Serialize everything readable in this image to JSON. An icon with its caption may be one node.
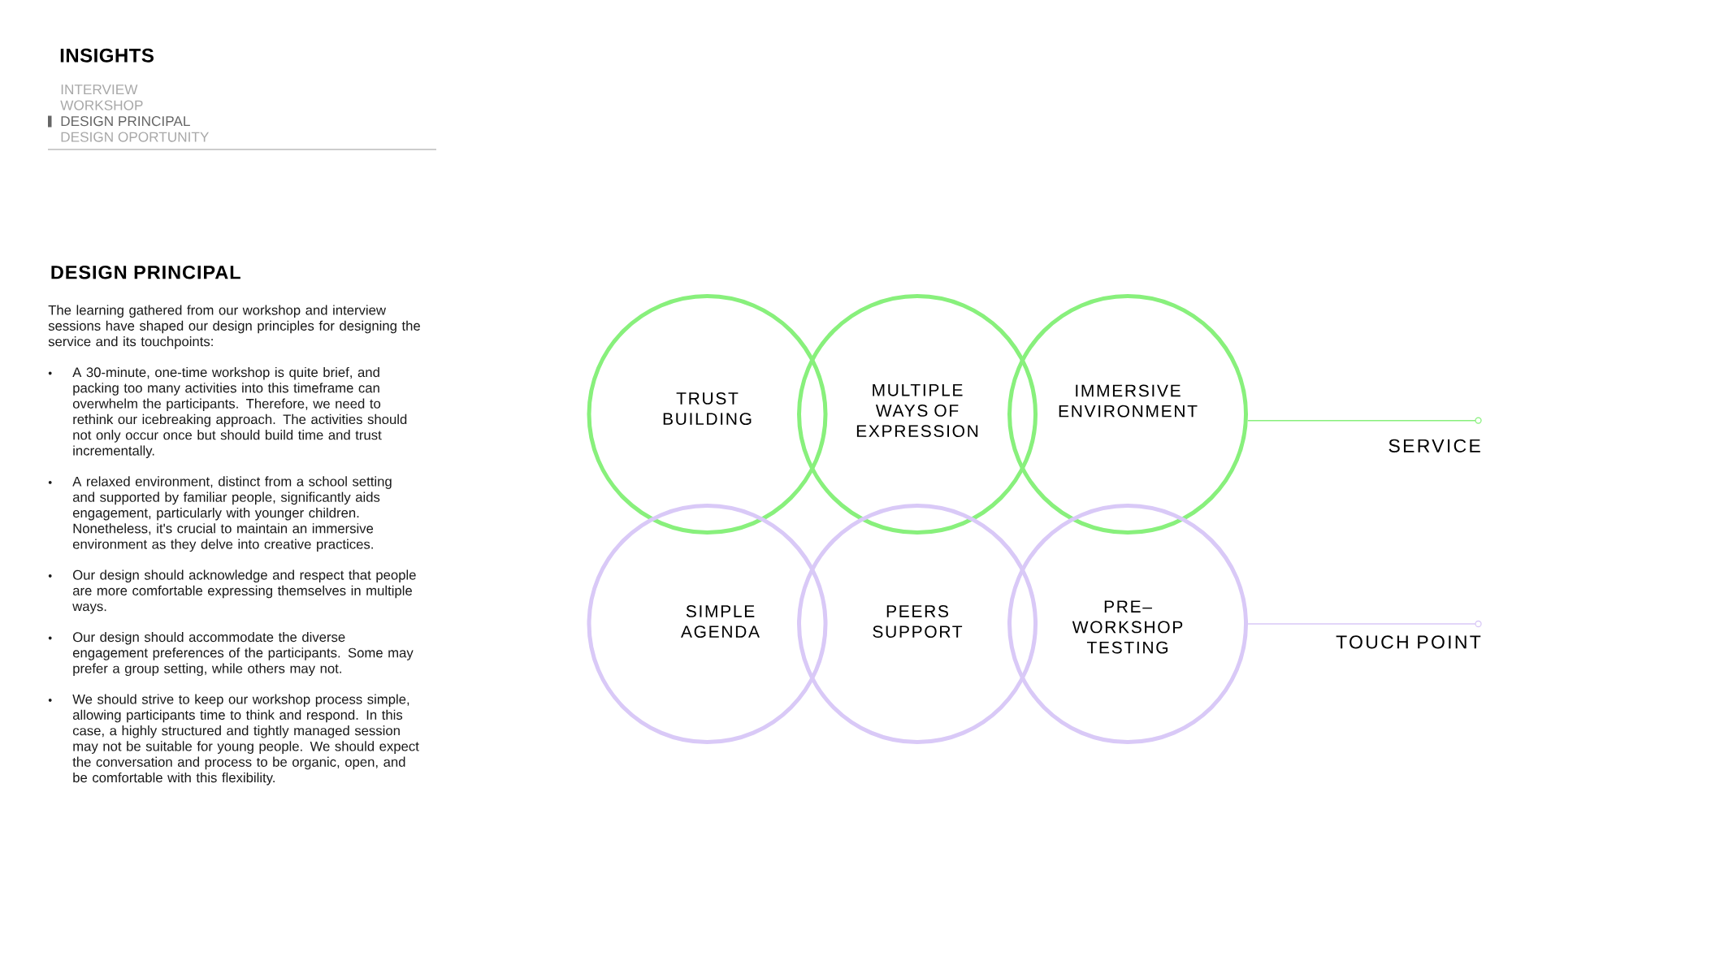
{
  "diagram": {
    "title": "INSIGHTS",
    "nodes": [
      {
        "text": [
          "TRUST BUILDING"
        ]
      },
      {
        "text": [
          "MULTIPLE WAYS OF EXPRESSION"
        ]
      },
      {
        "text": [
          "IMMERSIVE ENVIRONMENT"
        ]
      },
      {
        "text": [
          "SERVICE"
        ]
      },
      {
        "text": [
          "SIMPLE AGENDA"
        ]
      },
      {
        "text": [
          "PEERS SUPPORT"
        ]
      },
      {
        "text": [
          "PRE– WORKSHOP TESTING"
        ]
      },
      {
        "text": [
          "TOUCH POINT"
        ]
      }
    ],
    "edges": [
      {
        "from": 3,
        "to": 2,
        "arrow": "none",
        "color": "#88f07c"
      },
      {
        "from": 7,
        "to": 6,
        "arrow": "none",
        "color": "#d9c9f7"
      }
    ],
    "labels": [
      "INTERVIEW",
      "WORKSHOP",
      "DESIGN PRINCIPAL",
      "DESIGN OPORTUNITY",
      "DESIGN PRINCIPAL",
      "The learning gathered from our workshop and interview sessions have shaped our design principles for designing the service and its touchpoints:",
      "A 30-minute, one-time workshop is quite brief, and packing too many activities into this timeframe can overwhelm the participants. Therefore, we need to rethink our icebreaking approach. The activities should not only occur once but should build time and trust incrementally.",
      "A relaxed environment, distinct from a school setting and supported by familiar people, significantly aids engagement, particularly with younger children. Nonetheless, it's crucial to maintain an immersive environment as they delve into creative practices.",
      "Our design should acknowledge and respect that people are more comfortable expressing themselves in multiple ways.",
      "Our design should accommodate the diverse engagement preferences of the participants. Some may prefer a group setting, while others may not.",
      "We should strive to keep our workshop process simple, allowing participants time to think and respond. In this case, a highly structured and tightly managed session may not be suitable for young people. We should expect the conversation and process to be organic, open, and be comfortable with this flexibility."
    ]
  }
}
